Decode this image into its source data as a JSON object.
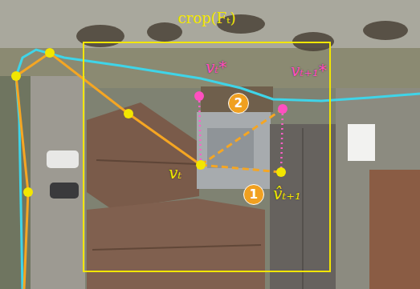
{
  "diagram": {
    "nodes": [
      {
        "text": [
          "crop(Fₜ)"
        ]
      },
      {
        "text": [
          "2"
        ],
        "in": 0
      },
      {
        "text": [
          "1"
        ],
        "in": 0
      }
    ],
    "labels": [
      "vₜ*",
      "vₜ₊₁*",
      "vₜ",
      "v̂ₜ₊₁"
    ]
  }
}
